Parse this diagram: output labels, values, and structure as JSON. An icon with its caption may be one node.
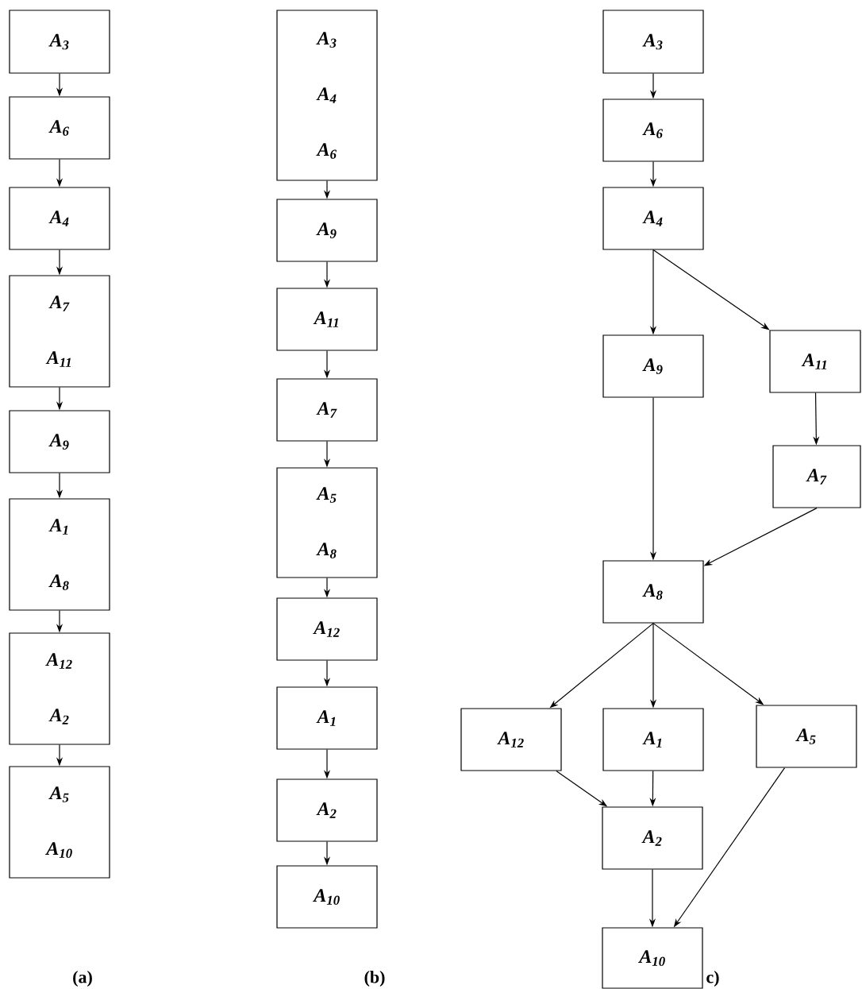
{
  "diagram": {
    "nodes": [
      {
        "text": [
          "A$_{3}$"
        ]
      },
      {
        "text": [
          "A$_{6}$"
        ]
      },
      {
        "text": [
          "A$_{4}$"
        ]
      },
      {
        "text": [
          "A$_{7}$",
          "A$_{11}$"
        ]
      },
      {
        "text": [
          "A$_{9}$"
        ]
      },
      {
        "text": [
          "A$_{1}$",
          "A$_{8}$"
        ]
      },
      {
        "text": [
          "A$_{12}$",
          "A$_{2}$"
        ]
      },
      {
        "text": [
          "A$_{5}$",
          "A$_{10}$"
        ]
      },
      {
        "text": [
          "A$_{3}$",
          "A$_{4}$",
          "A$_{6}$"
        ]
      },
      {
        "text": [
          "A$_{9}$"
        ]
      },
      {
        "text": [
          "A$_{11}$"
        ]
      },
      {
        "text": [
          "A$_{7}$"
        ]
      },
      {
        "text": [
          "A$_{5}$",
          "A$_{8}$"
        ]
      },
      {
        "text": [
          "A$_{12}$"
        ]
      },
      {
        "text": [
          "A$_{1}$"
        ]
      },
      {
        "text": [
          "A$_{2}$"
        ]
      },
      {
        "text": [
          "A$_{10}$"
        ]
      },
      {
        "text": [
          "A$_{3}$"
        ]
      },
      {
        "text": [
          "A$_{6}$"
        ]
      },
      {
        "text": [
          "A$_{4}$"
        ]
      },
      {
        "text": [
          "A$_{9}$"
        ]
      },
      {
        "text": [
          "A$_{11}$"
        ]
      },
      {
        "text": [
          "A$_{7}$"
        ]
      },
      {
        "text": [
          "A$_{8}$"
        ]
      },
      {
        "text": [
          "A$_{12}$"
        ]
      },
      {
        "text": [
          "A$_{1}$"
        ]
      },
      {
        "text": [
          "A$_{5}$"
        ]
      },
      {
        "text": [
          "A$_{2}$"
        ]
      },
      {
        "text": [
          "A$_{10}$"
        ]
      }
    ],
    "edges": [
      {
        "from": 0,
        "to": 1,
        "arrow": "to"
      },
      {
        "from": 1,
        "to": 2,
        "arrow": "to"
      },
      {
        "from": 2,
        "to": 3,
        "arrow": "to"
      },
      {
        "from": 3,
        "to": 4,
        "arrow": "to"
      },
      {
        "from": 4,
        "to": 5,
        "arrow": "to"
      },
      {
        "from": 5,
        "to": 6,
        "arrow": "to"
      },
      {
        "from": 6,
        "to": 7,
        "arrow": "to"
      },
      {
        "from": 8,
        "to": 9,
        "arrow": "to"
      },
      {
        "from": 9,
        "to": 10,
        "arrow": "to"
      },
      {
        "from": 10,
        "to": 11,
        "arrow": "to"
      },
      {
        "from": 11,
        "to": 12,
        "arrow": "to"
      },
      {
        "from": 12,
        "to": 13,
        "arrow": "to"
      },
      {
        "from": 13,
        "to": 14,
        "arrow": "to"
      },
      {
        "from": 14,
        "to": 15,
        "arrow": "to"
      },
      {
        "from": 15,
        "to": 16,
        "arrow": "to"
      },
      {
        "from": 17,
        "to": 18,
        "arrow": "to"
      },
      {
        "from": 18,
        "to": 19,
        "arrow": "to"
      },
      {
        "from": 19,
        "to": 20,
        "arrow": "to"
      },
      {
        "from": 19,
        "to": 21,
        "arrow": "to"
      },
      {
        "from": 21,
        "to": 22,
        "arrow": "to"
      },
      {
        "from": 20,
        "to": 23,
        "arrow": "to"
      },
      {
        "from": 22,
        "to": 23,
        "arrow": "to"
      },
      {
        "from": 23,
        "to": 24,
        "arrow": "to"
      },
      {
        "from": 23,
        "to": 25,
        "arrow": "to"
      },
      {
        "from": 23,
        "to": 26,
        "arrow": "to"
      },
      {
        "from": 24,
        "to": 27,
        "arrow": "to"
      },
      {
        "from": 25,
        "to": 27,
        "arrow": "to"
      },
      {
        "from": 27,
        "to": 28,
        "arrow": "to"
      },
      {
        "from": 26,
        "to": 28,
        "arrow": "to"
      }
    ],
    "labels": [
      "(a)",
      "(b)",
      "c)"
    ]
  }
}
